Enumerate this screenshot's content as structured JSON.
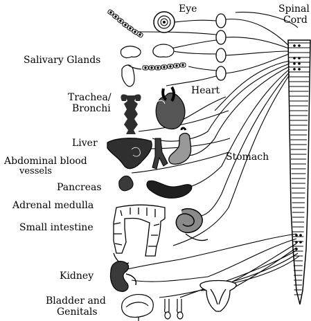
{
  "labels": {
    "eye": "Eye",
    "spinal_cord_1": "Spinal",
    "spinal_cord_2": "Cord",
    "salivary": "Salivary Glands",
    "heart": "Heart",
    "trachea_1": "Trachea/",
    "trachea_2": "Bronchi",
    "liver": "Liver",
    "abdominal_1": "Abdominal blood",
    "abdominal_2": "vessels",
    "stomach": "Stomach",
    "pancreas": "Pancreas",
    "adrenal": "Adrenal medulla",
    "small_intestine": "Small intestine",
    "kidney": "Kidney",
    "bladder_1": "Bladder and",
    "bladder_2": "Genitals"
  },
  "colors": {
    "line": "#000000",
    "organ_dark": "#3a3a3a",
    "organ_mid": "#8c8c8c",
    "organ_light": "#ffffff"
  }
}
